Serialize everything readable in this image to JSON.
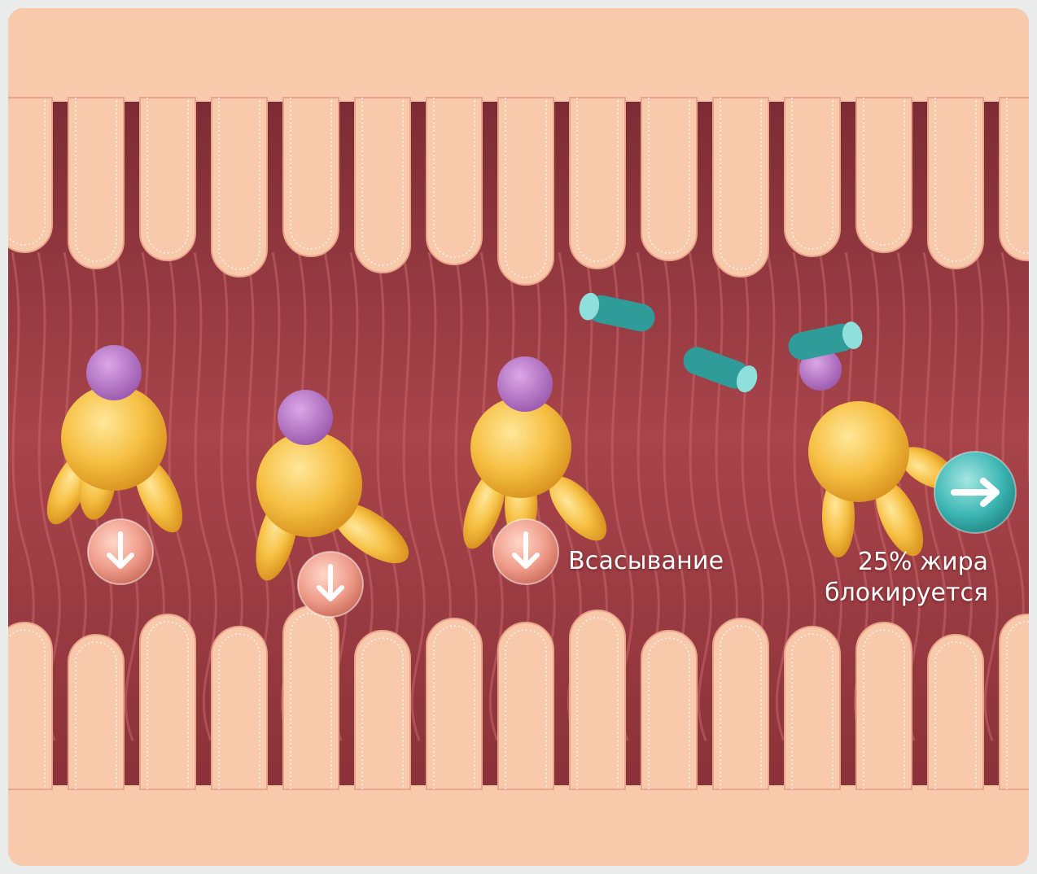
{
  "labels": {
    "absorption": "Всасывание",
    "blocked_line1": "25% жира",
    "blocked_line2": "блокируется"
  },
  "colors": {
    "background": "#e9ecea",
    "tissue": "#f8c9aa",
    "lumen": "#9e3c41",
    "fat_molecule": "#f2b531",
    "enzyme": "#b57cc9",
    "inhibitor": "#3fb8b5",
    "absorb_arrow": "#e98f80",
    "block_arrow": "#34a7a6"
  },
  "icons": {
    "absorb_arrow": "arrow-down-icon",
    "block_arrow": "arrow-right-icon"
  }
}
